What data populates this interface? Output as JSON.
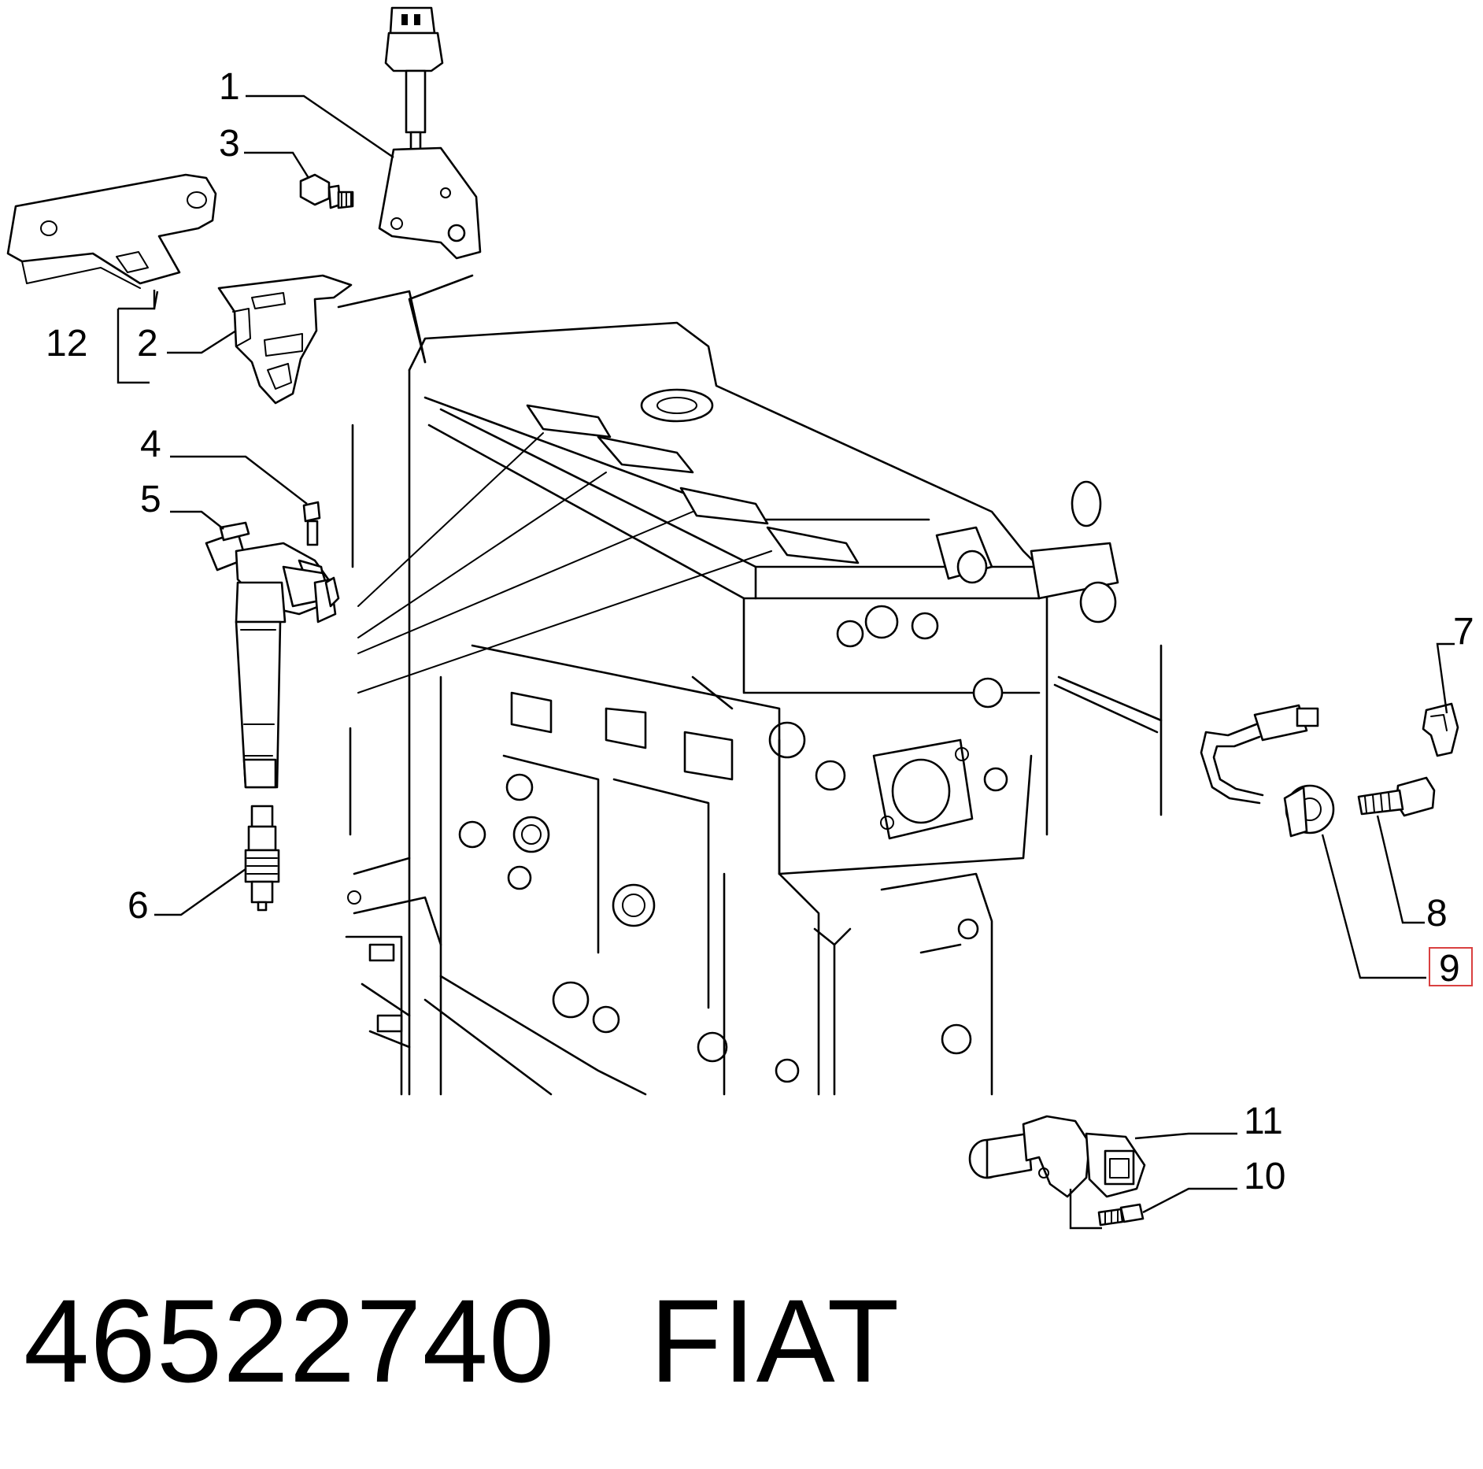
{
  "callouts": {
    "c1": "1",
    "c2": "2",
    "c3": "3",
    "c4": "4",
    "c5": "5",
    "c6": "6",
    "c7": "7",
    "c8": "8",
    "c9": "9",
    "c10": "10",
    "c11": "11",
    "c12": "12"
  },
  "highlighted_callout": "9",
  "highlight_color": "#d94040",
  "caption": {
    "part_number": "46522740",
    "brand": "FIAT"
  }
}
